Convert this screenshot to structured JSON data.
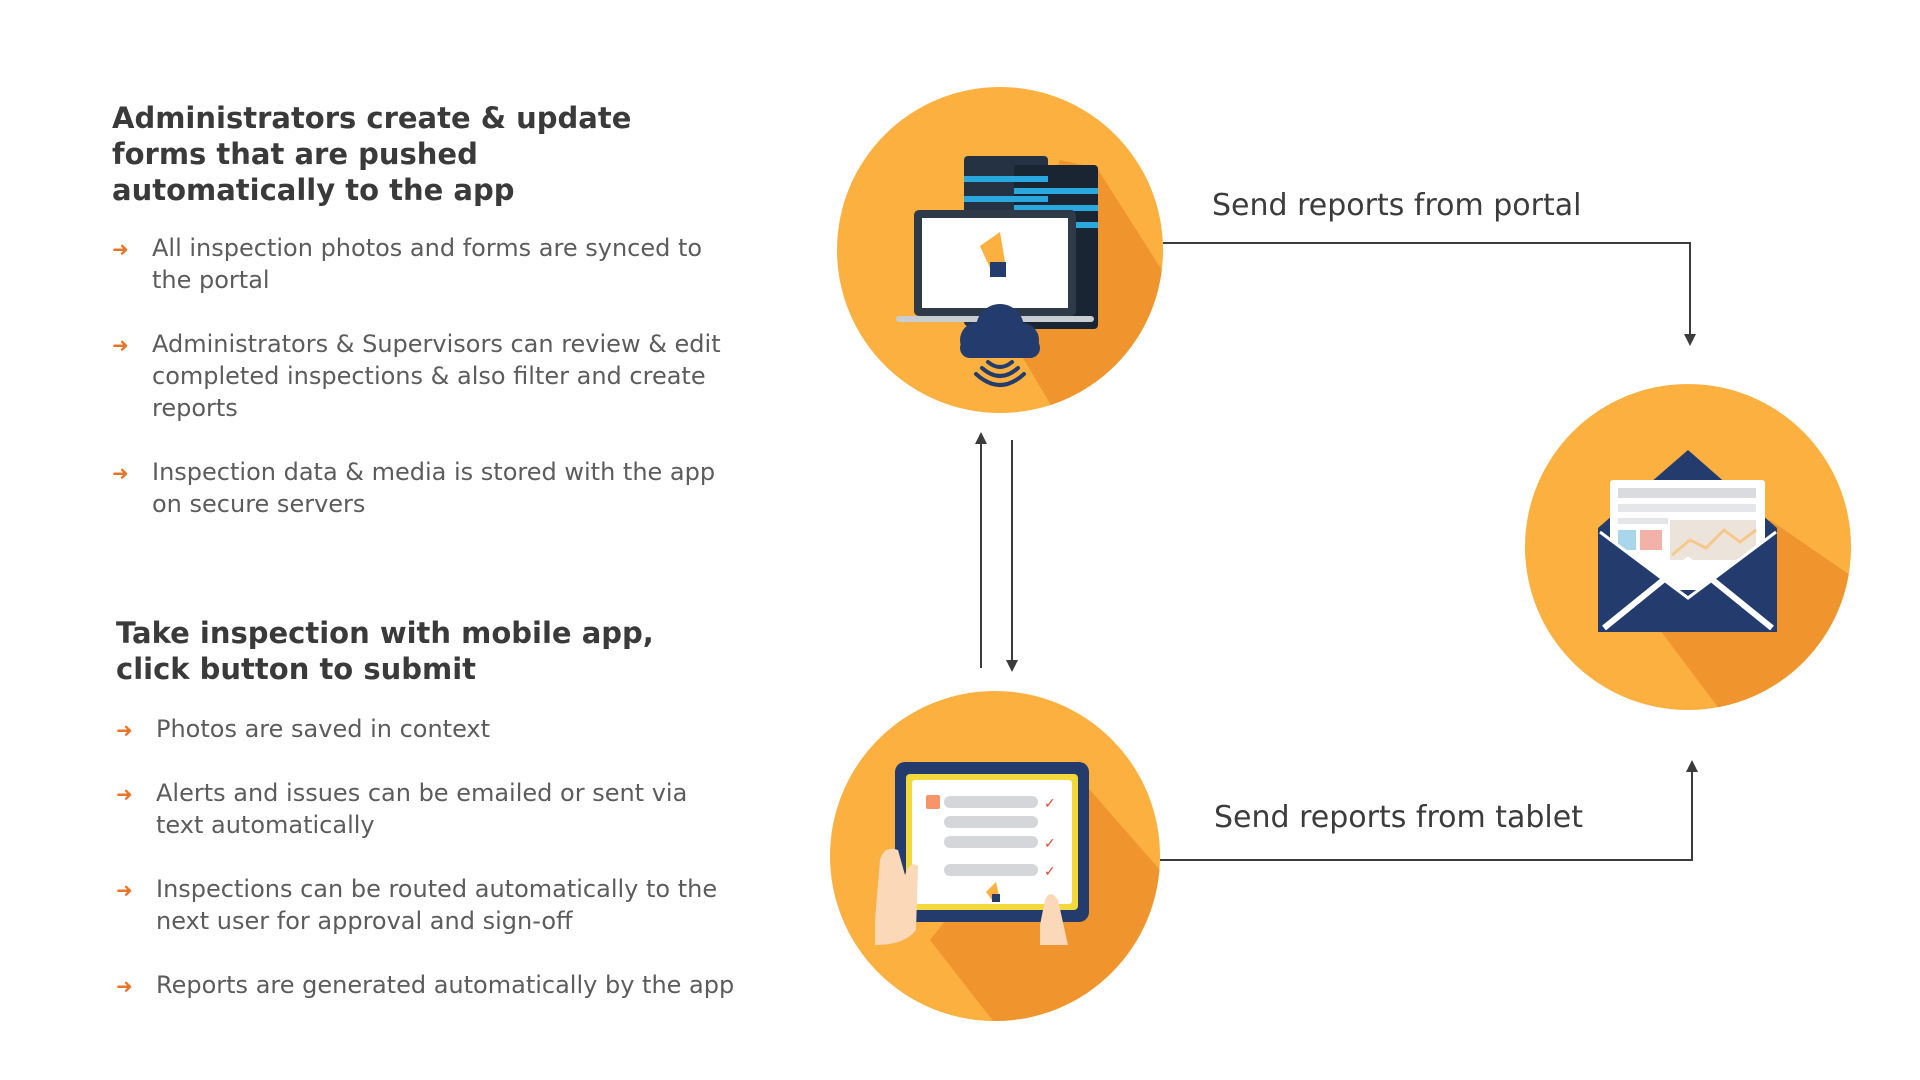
{
  "section_admin": {
    "title": "Administrators create & update forms that are pushed automatically to the app",
    "bullets": [
      "All inspection photos and forms are synced to the portal",
      "Administrators & Supervisors can review & edit completed inspections & also filter and create reports",
      "Inspection data & media is stored with the app on secure servers"
    ]
  },
  "section_mobile": {
    "title_line1": "Take inspection with mobile app,",
    "title_line2": "click button to submit",
    "bullets": [
      "Photos are saved in context",
      "Alerts and issues can be emailed or sent via text automatically",
      "Inspections can be routed automatically to the next user for approval and sign-off",
      "Reports are generated automatically by the app"
    ]
  },
  "flow": {
    "portal_label": "Send reports from portal",
    "tablet_label": "Send reports from tablet"
  },
  "icons": {
    "bullet": "arrow-right-icon",
    "portal": "portal-laptop-servers-cloud-icon",
    "tablet": "tablet-checklist-icon",
    "email": "open-envelope-report-icon"
  },
  "colors": {
    "circle": "#fbb040",
    "shadow": "#f0952e",
    "bullet_arrow": "#e9742b",
    "navy": "#243c6d",
    "server": "#1d2b3a",
    "server_accent": "#29a8e0"
  }
}
